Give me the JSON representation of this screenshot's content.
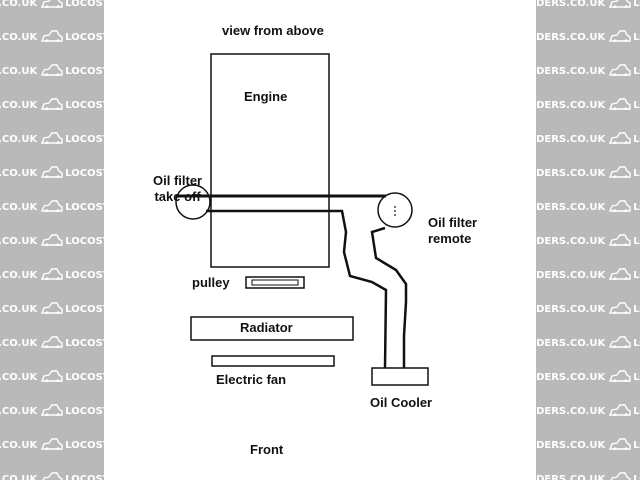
{
  "watermark": {
    "text_a": "ILDERS.CO.UK",
    "text_b": "LOCOSTBUIL",
    "color": "#ffffff",
    "background": "#b9b9b9"
  },
  "diagram": {
    "title": "view from above",
    "engine": "Engine",
    "oil_filter_take_off": "Oil filter\ntake off",
    "oil_filter_remote": "Oil filter\nremote",
    "pulley": "pulley",
    "radiator": "Radiator",
    "electric_fan": "Electric fan",
    "oil_cooler": "Oil Cooler",
    "front": "Front"
  }
}
